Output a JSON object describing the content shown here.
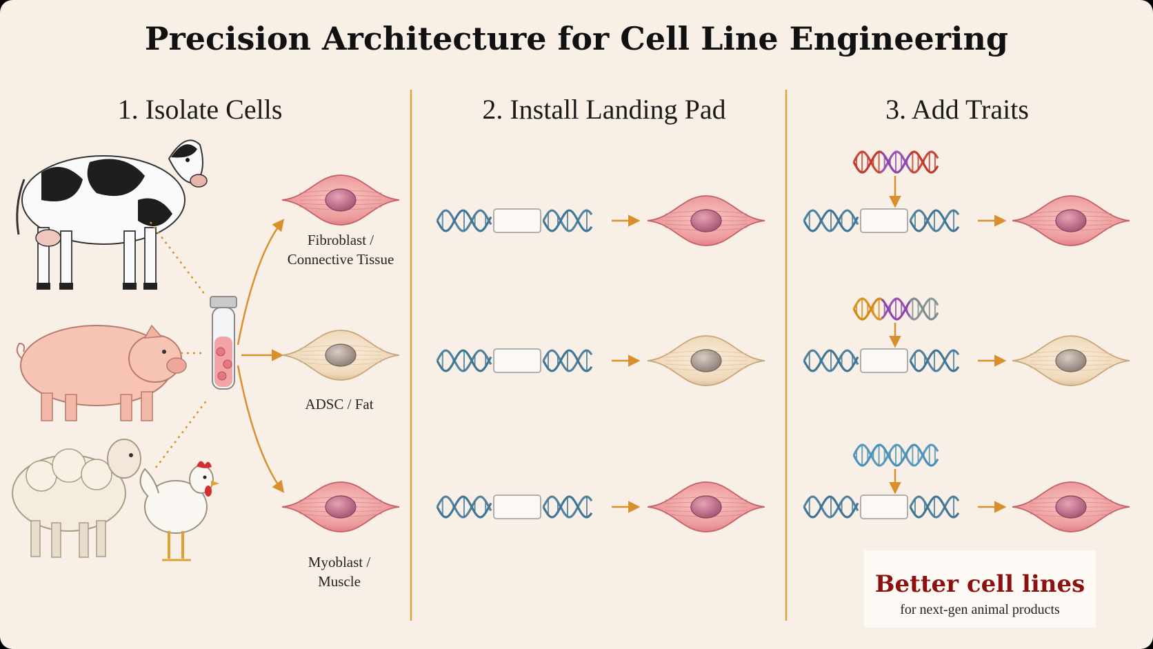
{
  "title": "Precision Architecture for Cell Line Engineering",
  "steps": [
    {
      "heading": "1. Isolate Cells"
    },
    {
      "heading": "2. Install Landing Pad"
    },
    {
      "heading": "3. Add Traits"
    }
  ],
  "animals": [
    "cow",
    "pig",
    "sheep",
    "chicken"
  ],
  "cell_types": [
    {
      "label_lines": [
        "Fibroblast /",
        "Connective Tissue"
      ],
      "kind": "muscle-pink"
    },
    {
      "label_lines": [
        "ADSC / Fat"
      ],
      "kind": "fat-beige"
    },
    {
      "label_lines": [
        "Myoblast /",
        "Muscle"
      ],
      "kind": "muscle-pink"
    }
  ],
  "trait_helix_colors": [
    [
      "#c0392b",
      "#8e44ad",
      "#c0392b"
    ],
    [
      "#d68910",
      "#8e44ad",
      "#7f8c8d"
    ],
    [
      "#4a90b8",
      "#4a90b8",
      "#4a90b8"
    ]
  ],
  "colors": {
    "background": "#f8efe6",
    "divider": "#d9a441",
    "arrow": "#d98f2b",
    "helix": "#3f7696",
    "muscle_cell": "#e8969a",
    "fat_cell": "#efd9bd",
    "accent_red": "#8b1111"
  },
  "callout": {
    "headline": "Better cell lines",
    "subline": "for next-gen animal products"
  },
  "icons": [
    "vial-icon",
    "dna-helix-icon",
    "arrow-right-icon",
    "arrow-down-icon"
  ]
}
